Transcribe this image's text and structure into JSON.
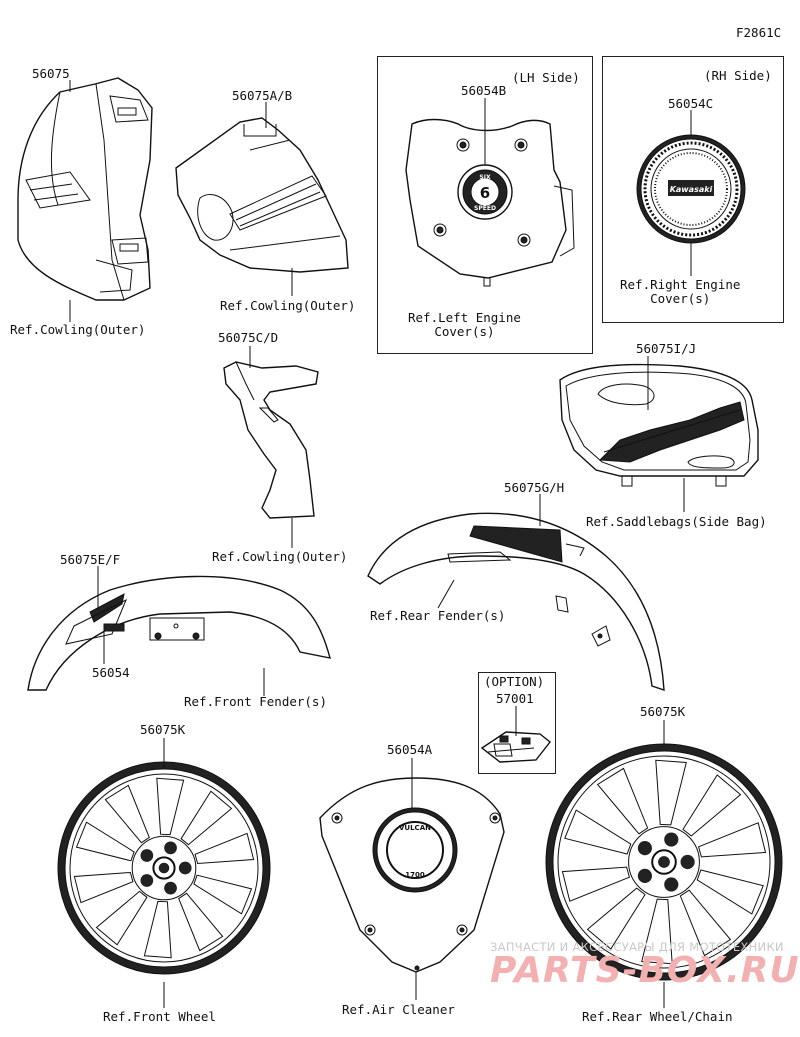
{
  "figure_code": "F2861C",
  "parts": {
    "p56075": "56075",
    "p56075ab": "56075A/B",
    "p56054b": "56054B",
    "p56054c": "56054C",
    "p56075cd": "56075C/D",
    "p56075ij": "56075I/J",
    "p56075gh": "56075G/H",
    "p56075ef": "56075E/F",
    "p56054": "56054",
    "p57001": "57001",
    "p56075k_left": "56075K",
    "p56054a": "56054A",
    "p56075k_right": "56075K"
  },
  "refs": {
    "cowling1": "Ref.Cowling(Outer)",
    "cowling2": "Ref.Cowling(Outer)",
    "cowling3": "Ref.Cowling(Outer)",
    "left_engine": "Ref.Left Engine\nCover(s)",
    "right_engine": "Ref.Right Engine\nCover(s)",
    "saddlebags": "Ref.Saddlebags(Side Bag)",
    "rear_fender": "Ref.Rear Fender(s)",
    "front_fender": "Ref.Front Fender(s)",
    "front_wheel": "Ref.Front Wheel",
    "air_cleaner": "Ref.Air Cleaner",
    "rear_wheel": "Ref.Rear Wheel/Chain"
  },
  "boxes": {
    "lh_side": "(LH Side)",
    "rh_side": "(RH Side)",
    "option": "(OPTION)"
  },
  "emblems": {
    "six_speed_top": "SIX",
    "six_speed_num": "6",
    "six_speed_bottom": "SPEED",
    "kawasaki": "Kawasaki",
    "vulcan_top": "VULCAN",
    "vulcan_bottom": "1700"
  },
  "watermark": {
    "line1": "ЗАПЧАСТИ И АКСЕССУАРЫ ДЛЯ МОТОТЕХНИКИ",
    "line2": "PARTS-BOX.RU"
  }
}
